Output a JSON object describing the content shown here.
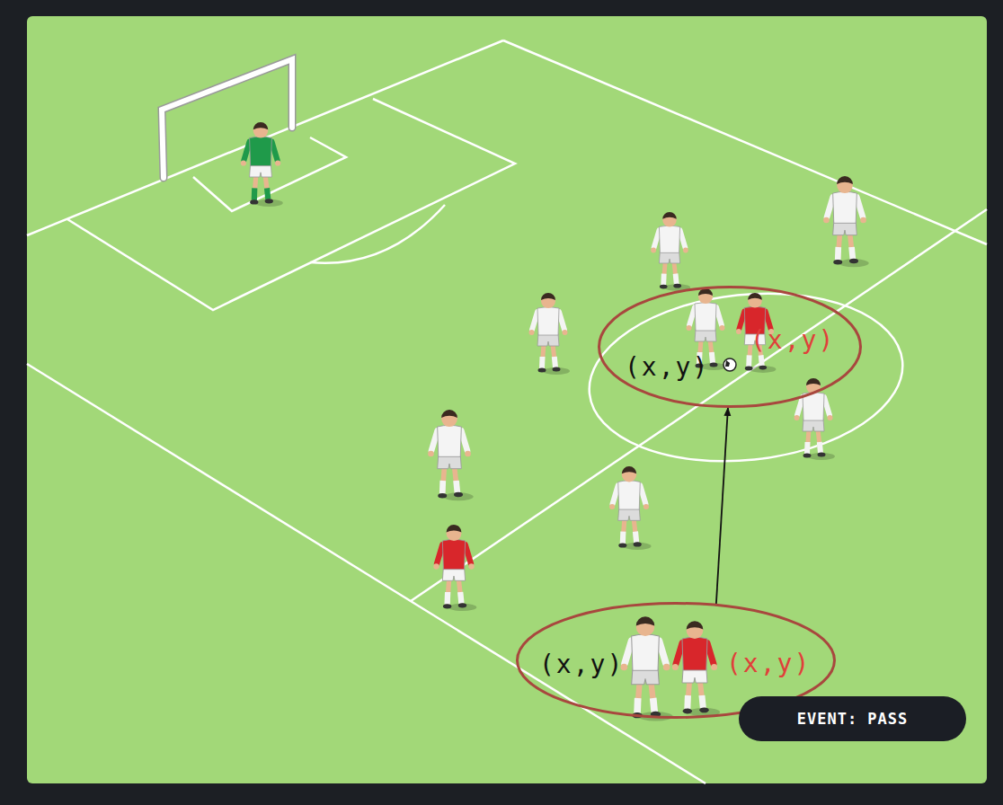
{
  "diagram": {
    "nodes": [
      {
        "text": [
          "(x,y)",
          "(x,y)"
        ]
      },
      {
        "text": [
          "(x,y)",
          "(x,y)"
        ]
      },
      {
        "text": [
          "EVENT: PASS"
        ]
      }
    ],
    "edges": [
      {
        "from": 1,
        "to": 0,
        "arrow": "to"
      }
    ]
  }
}
